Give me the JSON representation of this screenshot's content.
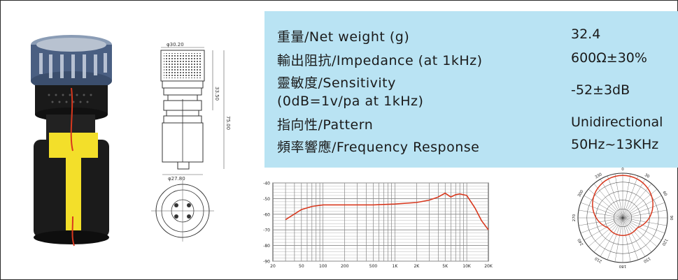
{
  "specs": {
    "rows": [
      {
        "label": "重量/Net weight (g)",
        "value": "32.4"
      },
      {
        "label": "輸出阻抗/Impedance (at 1kHz)",
        "value": "600Ω±30%"
      },
      {
        "label": "靈敏度/Sensitivity",
        "label2": "(0dB=1v/pa at 1kHz)",
        "value": "-52±3dB"
      },
      {
        "label": "指向性/Pattern",
        "value": "Unidirectional"
      },
      {
        "label": "頻率響應/Frequency Response",
        "value": "50Hz~13KHz"
      }
    ]
  },
  "drawing": {
    "dim_top": "φ30.20",
    "dim_height1": "33.50",
    "dim_height2": "75.00",
    "dim_bottom": "φ27.80"
  },
  "colors": {
    "panel": "#b9e3f3",
    "curve": "#d8381e",
    "yellow_tape": "#f3df2a",
    "cap": "#4a5f82"
  },
  "chart_data": [
    {
      "type": "line",
      "title": "",
      "xlabel": "",
      "ylabel": "",
      "x_scale": "log",
      "x_ticks": [
        "20",
        "50",
        "100",
        "200",
        "500",
        "1K",
        "2K",
        "5K",
        "10K",
        "20K"
      ],
      "y_ticks": [
        "-40",
        "-50",
        "-60",
        "-70",
        "-80",
        "-90"
      ],
      "ylim": [
        -90,
        -40
      ],
      "xlim": [
        20,
        20000
      ],
      "x": [
        30,
        50,
        70,
        100,
        200,
        500,
        1000,
        2000,
        3000,
        4000,
        5000,
        6000,
        7000,
        8000,
        10000,
        13000,
        16000,
        20000
      ],
      "y": [
        -63.5,
        -57,
        -55,
        -54,
        -54,
        -54,
        -53.5,
        -52.5,
        -51,
        -49,
        -46.5,
        -49,
        -47.5,
        -47,
        -48,
        -56,
        -64,
        -70
      ],
      "grid": true
    },
    {
      "type": "polar",
      "angle_labels": [
        "0",
        "30",
        "60",
        "90",
        "120",
        "150",
        "180",
        "210",
        "240",
        "270",
        "300",
        "330"
      ],
      "pattern": "cardioid",
      "grid": true
    }
  ]
}
